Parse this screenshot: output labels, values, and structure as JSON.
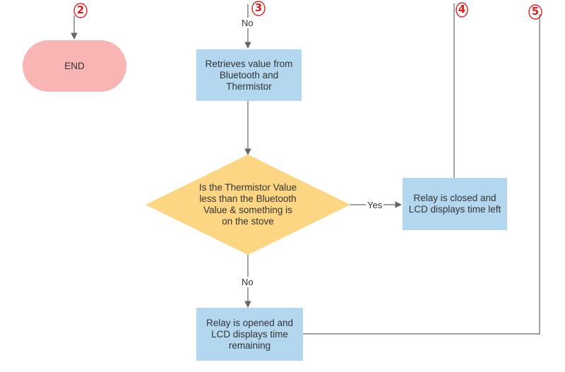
{
  "colors": {
    "terminal_fill": "#f8b5b3",
    "process_fill": "#b3d7ee",
    "decision_fill": "#fdd684",
    "connector": "#666666",
    "marker": "#e01e1e"
  },
  "nodes": {
    "end": {
      "label": "END"
    },
    "retrieve": {
      "label": "Retrieves value from\nBluetooth and\nThermistor"
    },
    "decision": {
      "label": "Is the Thermistor Value\nless than the Bluetooth\nValue & something is\non the stove"
    },
    "relay_closed": {
      "label": "Relay is closed and\nLCD displays time left"
    },
    "relay_opened": {
      "label": "Relay is opened and\nLCD displays time\nremaining"
    }
  },
  "edges": {
    "top_no": "No",
    "yes": "Yes",
    "bottom_no": "No"
  },
  "markers": {
    "m2": "2",
    "m3": "3",
    "m4": "4",
    "m5": "5"
  }
}
